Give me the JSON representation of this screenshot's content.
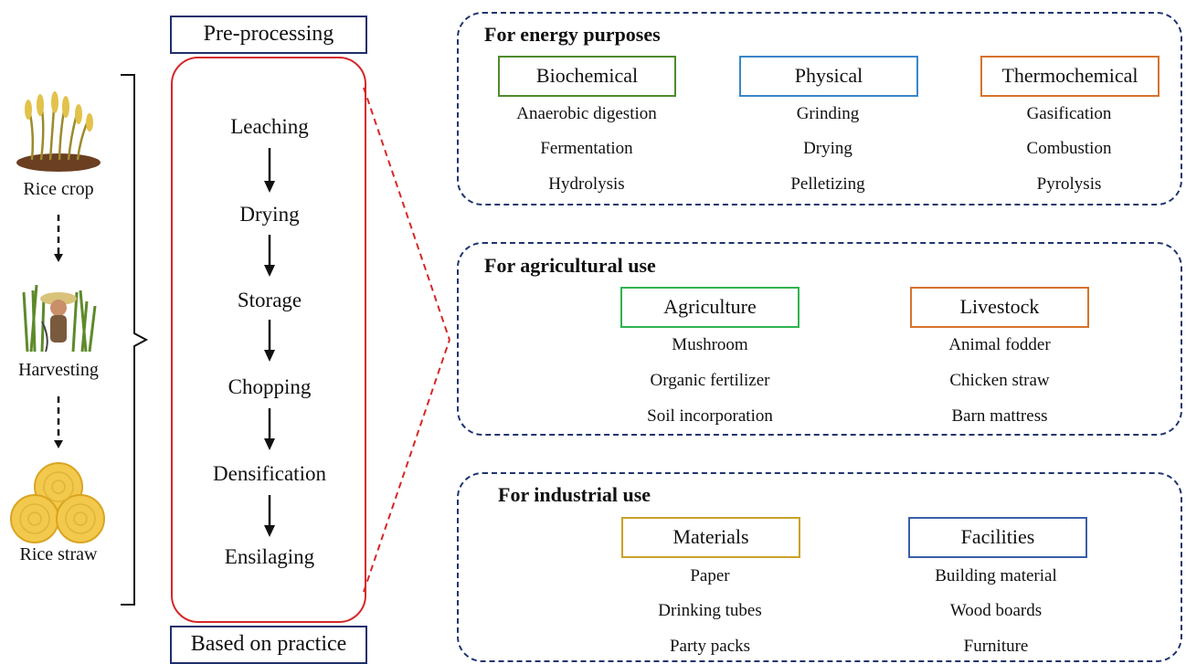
{
  "stages": [
    {
      "label": "Rice crop",
      "icon": "rice-crop-icon"
    },
    {
      "label": "Harvesting",
      "icon": "harvester-icon"
    },
    {
      "label": "Rice straw",
      "icon": "straw-bale-icon"
    }
  ],
  "preprocessing": {
    "title": "Pre-processing",
    "footer": "Based on practice",
    "steps": [
      "Leaching",
      "Drying",
      "Storage",
      "Chopping",
      "Densification",
      "Ensilaging"
    ],
    "border_color": "#d62728"
  },
  "groups": {
    "energy": {
      "title": "For energy purposes",
      "categories": [
        {
          "label": "Biochemical",
          "color": "#4e8b2d",
          "items": [
            "Anaerobic digestion",
            "Fermentation",
            "Hydrolysis"
          ]
        },
        {
          "label": "Physical",
          "color": "#3a86c8",
          "items": [
            "Grinding",
            "Drying",
            "Pelletizing"
          ]
        },
        {
          "label": "Thermochemical",
          "color": "#d6722e",
          "items": [
            "Gasification",
            "Combustion",
            "Pyrolysis"
          ]
        }
      ]
    },
    "agricultural": {
      "title": "For agricultural use",
      "categories": [
        {
          "label": "Agriculture",
          "color": "#2fb34f",
          "items": [
            "Mushroom",
            "Organic fertilizer",
            "Soil incorporation"
          ]
        },
        {
          "label": "Livestock",
          "color": "#d6722e",
          "items": [
            "Animal fodder",
            "Chicken straw",
            "Barn mattress"
          ]
        }
      ]
    },
    "industrial": {
      "title": "For industrial use",
      "categories": [
        {
          "label": "Materials",
          "color": "#c9a227",
          "items": [
            "Paper",
            "Drinking tubes",
            "Party packs"
          ]
        },
        {
          "label": "Facilities",
          "color": "#3a5fa8",
          "items": [
            "Building material",
            "Wood boards",
            "Furniture"
          ]
        }
      ]
    }
  },
  "colors": {
    "group_border": "#1f3570",
    "title_border": "#1f2f6b"
  }
}
